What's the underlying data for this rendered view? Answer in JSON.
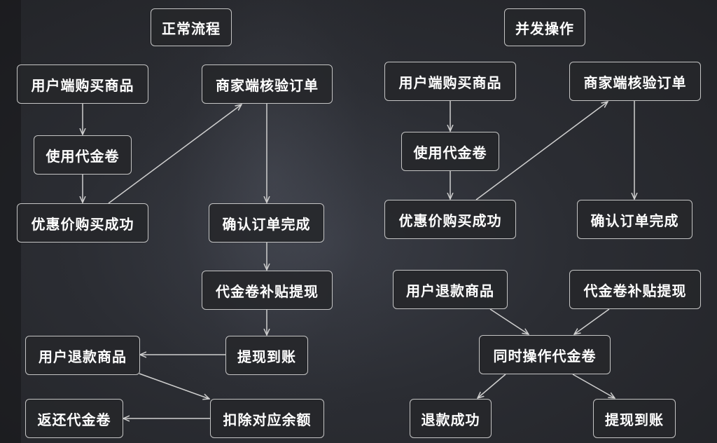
{
  "left": {
    "title": "正常流程",
    "nodes": {
      "buy": "用户端购买商品",
      "verify": "商家端核验订单",
      "use_voucher": "使用代金卷",
      "discount_success": "优惠价购买成功",
      "confirm": "确认订单完成",
      "subsidy_withdraw": "代金卷补贴提现",
      "withdraw_arrived": "提现到账",
      "refund": "用户退款商品",
      "return_voucher": "返还代金卷",
      "deduct": "扣除对应余额"
    }
  },
  "right": {
    "title": "并发操作",
    "nodes": {
      "buy": "用户端购买商品",
      "verify": "商家端核验订单",
      "use_voucher": "使用代金卷",
      "discount_success": "优惠价购买成功",
      "confirm": "确认订单完成",
      "refund": "用户退款商品",
      "subsidy_withdraw": "代金卷补贴提现",
      "concurrent": "同时操作代金卷",
      "refund_success": "退款成功",
      "withdraw_arrived": "提现到账"
    }
  },
  "colors": {
    "border": "#c4c4c4",
    "arrow": "#cfcfcf",
    "text": "#ffffff"
  }
}
